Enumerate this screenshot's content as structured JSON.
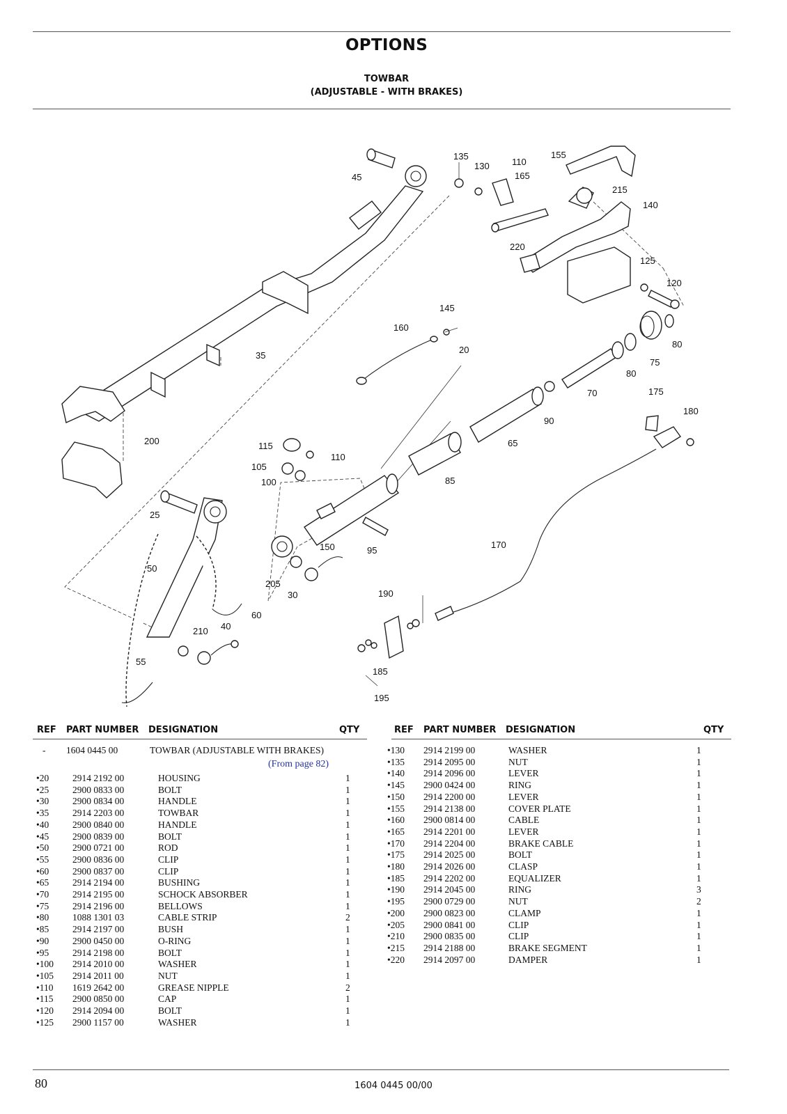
{
  "header": {
    "title": "OPTIONS",
    "subtitle_line1": "TOWBAR",
    "subtitle_line2": "(ADJUSTABLE - WITH BRAKES)"
  },
  "diagram": {
    "callouts": [
      "45",
      "135",
      "130",
      "110",
      "165",
      "155",
      "215",
      "140",
      "220",
      "125",
      "120",
      "145",
      "160",
      "20",
      "80",
      "75",
      "80",
      "35",
      "70",
      "90",
      "175",
      "180",
      "200",
      "115",
      "110",
      "65",
      "105",
      "100",
      "85",
      "25",
      "150",
      "95",
      "170",
      "50",
      "205",
      "30",
      "60",
      "190",
      "210",
      "40",
      "55",
      "185",
      "195"
    ]
  },
  "table_headers": {
    "ref": "REF",
    "part_number": "PART NUMBER",
    "designation": "DESIGNATION",
    "qty": "QTY"
  },
  "assembly": {
    "ref": "-",
    "part_number": "1604 0445 00",
    "designation": "TOWBAR (ADJUSTABLE WITH BRAKES)",
    "note": "(From page 82)"
  },
  "parts_left": [
    {
      "ref": "•20",
      "part_number": "2914 2192 00",
      "designation": "HOUSING",
      "qty": "1"
    },
    {
      "ref": "•25",
      "part_number": "2900 0833 00",
      "designation": "BOLT",
      "qty": "1"
    },
    {
      "ref": "•30",
      "part_number": "2900 0834 00",
      "designation": "HANDLE",
      "qty": "1"
    },
    {
      "ref": "•35",
      "part_number": "2914 2203 00",
      "designation": "TOWBAR",
      "qty": "1"
    },
    {
      "ref": "•40",
      "part_number": "2900 0840 00",
      "designation": "HANDLE",
      "qty": "1"
    },
    {
      "ref": "•45",
      "part_number": "2900 0839 00",
      "designation": "BOLT",
      "qty": "1"
    },
    {
      "ref": "•50",
      "part_number": "2900 0721 00",
      "designation": "ROD",
      "qty": "1"
    },
    {
      "ref": "•55",
      "part_number": "2900 0836 00",
      "designation": "CLIP",
      "qty": "1"
    },
    {
      "ref": "•60",
      "part_number": "2900 0837 00",
      "designation": "CLIP",
      "qty": "1"
    },
    {
      "ref": "•65",
      "part_number": "2914 2194 00",
      "designation": "BUSHING",
      "qty": "1"
    },
    {
      "ref": "•70",
      "part_number": "2914 2195 00",
      "designation": "SCHOCK ABSORBER",
      "qty": "1"
    },
    {
      "ref": "•75",
      "part_number": "2914 2196 00",
      "designation": "BELLOWS",
      "qty": "1"
    },
    {
      "ref": "•80",
      "part_number": "1088 1301 03",
      "designation": "CABLE STRIP",
      "qty": "2"
    },
    {
      "ref": "•85",
      "part_number": "2914 2197 00",
      "designation": "BUSH",
      "qty": "1"
    },
    {
      "ref": "•90",
      "part_number": "2900 0450 00",
      "designation": "O-RING",
      "qty": "1"
    },
    {
      "ref": "•95",
      "part_number": "2914 2198 00",
      "designation": "BOLT",
      "qty": "1"
    },
    {
      "ref": "•100",
      "part_number": "2914 2010 00",
      "designation": "WASHER",
      "qty": "1"
    },
    {
      "ref": "•105",
      "part_number": "2914 2011 00",
      "designation": "NUT",
      "qty": "1"
    },
    {
      "ref": "•110",
      "part_number": "1619 2642 00",
      "designation": "GREASE NIPPLE",
      "qty": "2"
    },
    {
      "ref": "•115",
      "part_number": "2900 0850 00",
      "designation": "CAP",
      "qty": "1"
    },
    {
      "ref": "•120",
      "part_number": "2914 2094 00",
      "designation": "BOLT",
      "qty": "1"
    },
    {
      "ref": "•125",
      "part_number": "2900 1157 00",
      "designation": "WASHER",
      "qty": "1"
    }
  ],
  "parts_right": [
    {
      "ref": "•130",
      "part_number": "2914 2199 00",
      "designation": "WASHER",
      "qty": "1"
    },
    {
      "ref": "•135",
      "part_number": "2914 2095 00",
      "designation": "NUT",
      "qty": "1"
    },
    {
      "ref": "•140",
      "part_number": "2914 2096 00",
      "designation": "LEVER",
      "qty": "1"
    },
    {
      "ref": "•145",
      "part_number": "2900 0424 00",
      "designation": "RING",
      "qty": "1"
    },
    {
      "ref": "•150",
      "part_number": "2914 2200 00",
      "designation": "LEVER",
      "qty": "1"
    },
    {
      "ref": "•155",
      "part_number": "2914 2138 00",
      "designation": "COVER PLATE",
      "qty": "1"
    },
    {
      "ref": "•160",
      "part_number": "2900 0814 00",
      "designation": "CABLE",
      "qty": "1"
    },
    {
      "ref": "•165",
      "part_number": "2914 2201 00",
      "designation": "LEVER",
      "qty": "1"
    },
    {
      "ref": "•170",
      "part_number": "2914 2204 00",
      "designation": "BRAKE CABLE",
      "qty": "1"
    },
    {
      "ref": "•175",
      "part_number": "2914 2025 00",
      "designation": "BOLT",
      "qty": "1"
    },
    {
      "ref": "•180",
      "part_number": "2914 2026 00",
      "designation": "CLASP",
      "qty": "1"
    },
    {
      "ref": "•185",
      "part_number": "2914 2202 00",
      "designation": "EQUALIZER",
      "qty": "1"
    },
    {
      "ref": "•190",
      "part_number": "2914 2045 00",
      "designation": "RING",
      "qty": "3"
    },
    {
      "ref": "•195",
      "part_number": "2900 0729 00",
      "designation": "NUT",
      "qty": "2"
    },
    {
      "ref": "•200",
      "part_number": "2900 0823 00",
      "designation": "CLAMP",
      "qty": "1"
    },
    {
      "ref": "•205",
      "part_number": "2900 0841 00",
      "designation": "CLIP",
      "qty": "1"
    },
    {
      "ref": "•210",
      "part_number": "2900 0835 00",
      "designation": "CLIP",
      "qty": "1"
    },
    {
      "ref": "•215",
      "part_number": "2914 2188 00",
      "designation": "BRAKE SEGMENT",
      "qty": "1"
    },
    {
      "ref": "•220",
      "part_number": "2914 2097 00",
      "designation": "DAMPER",
      "qty": "1"
    }
  ],
  "footer": {
    "page_number": "80",
    "doc_code": "1604 0445 00/00"
  }
}
